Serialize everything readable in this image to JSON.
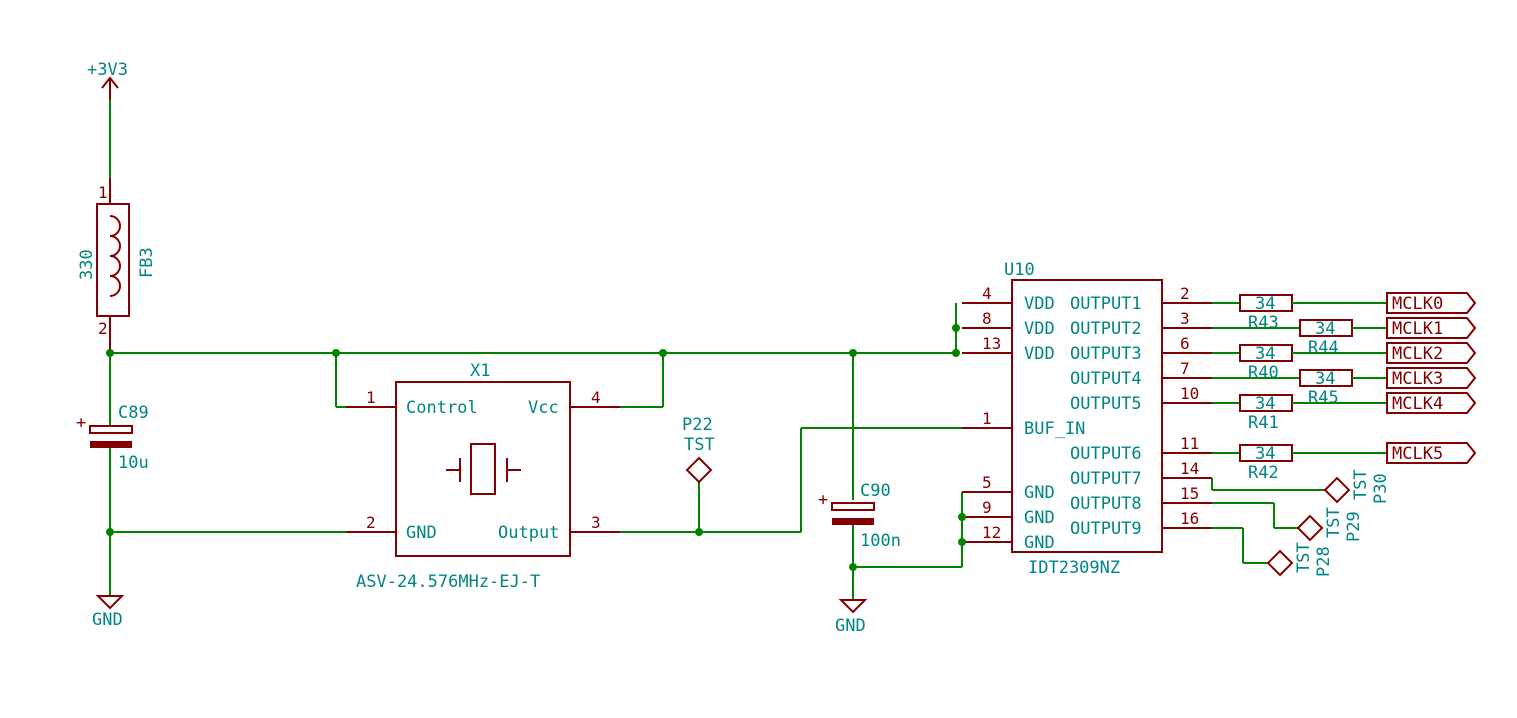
{
  "power": {
    "v33_label": "+3V3",
    "gnd_left": "GND",
    "gnd_mid": "GND"
  },
  "fb3": {
    "ref": "FB3",
    "value": "330",
    "pin1": "1",
    "pin2": "2"
  },
  "c89": {
    "ref": "C89",
    "value": "10u",
    "plus": "+"
  },
  "c90": {
    "ref": "C90",
    "value": "100n",
    "plus": "+"
  },
  "x1": {
    "ref": "X1",
    "value": "ASV-24.576MHz-EJ-T",
    "pins": {
      "control": "Control",
      "vcc": "Vcc",
      "gnd": "GND",
      "output": "Output"
    },
    "pin_numbers": {
      "control": "1",
      "vcc": "4",
      "gnd": "2",
      "output": "3"
    }
  },
  "p22": {
    "ref": "P22",
    "value": "TST"
  },
  "u10": {
    "ref": "U10",
    "value": "IDT2309NZ",
    "left_pins": [
      {
        "num": "4",
        "name": "VDD"
      },
      {
        "num": "8",
        "name": "VDD"
      },
      {
        "num": "13",
        "name": "VDD"
      },
      {
        "num": "1",
        "name": "BUF_IN"
      },
      {
        "num": "5",
        "name": "GND"
      },
      {
        "num": "9",
        "name": "GND"
      },
      {
        "num": "12",
        "name": "GND"
      }
    ],
    "right_pins": [
      {
        "num": "2",
        "name": "OUTPUT1"
      },
      {
        "num": "3",
        "name": "OUTPUT2"
      },
      {
        "num": "6",
        "name": "OUTPUT3"
      },
      {
        "num": "7",
        "name": "OUTPUT4"
      },
      {
        "num": "10",
        "name": "OUTPUT5"
      },
      {
        "num": "11",
        "name": "OUTPUT6"
      },
      {
        "num": "14",
        "name": "OUTPUT7"
      },
      {
        "num": "15",
        "name": "OUTPUT8"
      },
      {
        "num": "16",
        "name": "OUTPUT9"
      }
    ]
  },
  "resistors": [
    {
      "ref": "R43",
      "value": "34"
    },
    {
      "ref": "R44",
      "value": "34"
    },
    {
      "ref": "R40",
      "value": "34"
    },
    {
      "ref": "R45",
      "value": "34"
    },
    {
      "ref": "R41",
      "value": "34"
    },
    {
      "ref": "R42",
      "value": "34"
    }
  ],
  "labels": [
    "MCLK0",
    "MCLK1",
    "MCLK2",
    "MCLK3",
    "MCLK4",
    "MCLK5"
  ],
  "test_points": [
    {
      "ref": "P30",
      "value": "TST"
    },
    {
      "ref": "P29",
      "value": "TST"
    },
    {
      "ref": "P28",
      "value": "TST"
    }
  ]
}
